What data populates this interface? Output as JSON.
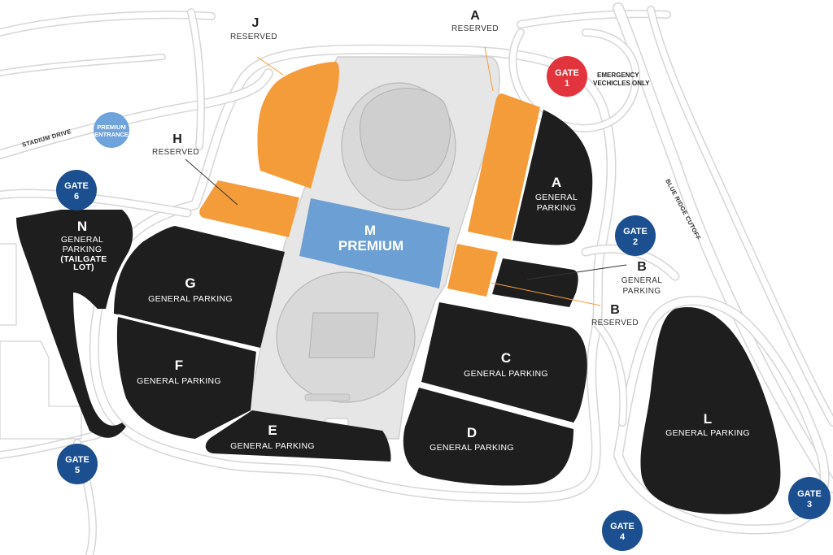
{
  "colors": {
    "general": "#1e1e1e",
    "reserved": "#f49c3a",
    "premium": "#6c9fd4",
    "gate_blue": "#1b4f8f",
    "gate_red": "#e2343d",
    "premium_entrance": "#6ea3db",
    "road": "#dcdcdc",
    "stadium_area": "#e8e8e8"
  },
  "lots": {
    "a_general": {
      "letter": "A",
      "desc": "GENERAL",
      "desc2": "PARKING"
    },
    "b_general_lot": {
      "letter": ""
    },
    "c": {
      "letter": "C",
      "desc": "GENERAL PARKING"
    },
    "d": {
      "letter": "D",
      "desc": "GENERAL PARKING"
    },
    "e": {
      "letter": "E",
      "desc": "GENERAL PARKING"
    },
    "f": {
      "letter": "F",
      "desc": "GENERAL PARKING"
    },
    "g": {
      "letter": "G",
      "desc": "GENERAL PARKING"
    },
    "l": {
      "letter": "L",
      "desc": "GENERAL PARKING"
    },
    "n": {
      "letter": "N",
      "desc": "GENERAL",
      "desc2": "PARKING",
      "desc3": "(TAILGATE",
      "desc4": "LOT)"
    },
    "m": {
      "letter": "M",
      "desc": "PREMIUM"
    }
  },
  "callouts": {
    "j": {
      "letter": "J",
      "desc": "RESERVED"
    },
    "a_reserved": {
      "letter": "A",
      "desc": "RESERVED"
    },
    "h": {
      "letter": "H",
      "desc": "RESERVED"
    },
    "b_general": {
      "letter": "B",
      "desc": "GENERAL",
      "desc2": "PARKING"
    },
    "b_reserved": {
      "letter": "B",
      "desc": "RESERVED"
    }
  },
  "gates": {
    "gate1": {
      "word": "GATE",
      "num": "1"
    },
    "gate2": {
      "word": "GATE",
      "num": "2"
    },
    "gate3": {
      "word": "GATE",
      "num": "3"
    },
    "gate4": {
      "word": "GATE",
      "num": "4"
    },
    "gate5": {
      "word": "GATE",
      "num": "5"
    },
    "gate6": {
      "word": "GATE",
      "num": "6"
    }
  },
  "premium_entrance": {
    "line1": "PREMIUM",
    "line2": "ENTRANCE"
  },
  "emergency": {
    "line1": "EMERGENCY",
    "line2": "VECHICLES ONLY"
  },
  "roads": {
    "stadium_drive": "STADIUM DRIVE",
    "blue_ridge": "BLUE RIDGE CUTOFF"
  }
}
